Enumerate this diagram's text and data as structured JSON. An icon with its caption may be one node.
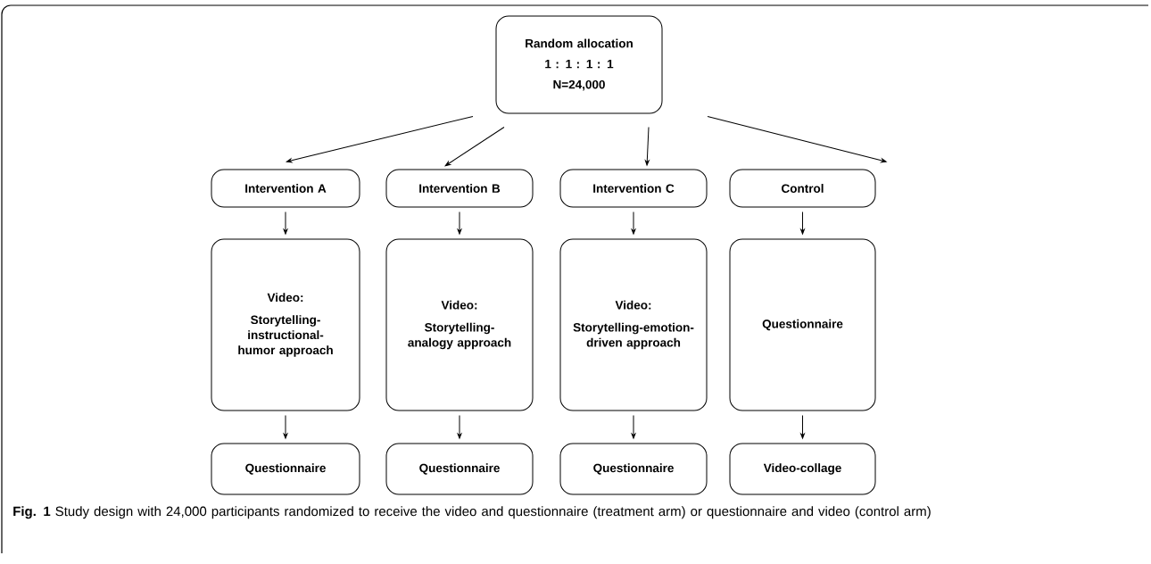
{
  "diagram": {
    "caption": "**Fig. 1** Study design with 24,000 participants randomized to receive the video and questionnaire (treatment arm) or questionnaire and video (control arm)",
    "nodes": [
      {
        "text": [
          "Random allocation",
          "1 : 1 : 1 : 1",
          "N=24,000"
        ]
      },
      {
        "text": [
          "Intervention A"
        ]
      },
      {
        "text": [
          "Intervention B"
        ]
      },
      {
        "text": [
          "Intervention C"
        ]
      },
      {
        "text": [
          "Control"
        ]
      },
      {
        "text": [
          "Video:",
          "Storytelling-instructional-humor approach"
        ]
      },
      {
        "text": [
          "Video:",
          "Storytelling-analogy approach"
        ]
      },
      {
        "text": [
          "Video:",
          "Storytelling-emotion-driven approach"
        ]
      },
      {
        "text": [
          "Questionnaire"
        ]
      },
      {
        "text": [
          "Questionnaire"
        ]
      },
      {
        "text": [
          "Questionnaire"
        ]
      },
      {
        "text": [
          "Questionnaire"
        ]
      },
      {
        "text": [
          "Video-collage"
        ]
      }
    ],
    "edges": [
      {
        "from": 0,
        "to": 1,
        "arrow": "to"
      },
      {
        "from": 0,
        "to": 2,
        "arrow": "to"
      },
      {
        "from": 0,
        "to": 3,
        "arrow": "to"
      },
      {
        "from": 0,
        "to": 4,
        "arrow": "to"
      },
      {
        "from": 1,
        "to": 5,
        "arrow": "to"
      },
      {
        "from": 2,
        "to": 6,
        "arrow": "to"
      },
      {
        "from": 3,
        "to": 7,
        "arrow": "to"
      },
      {
        "from": 4,
        "to": 8,
        "arrow": "to"
      },
      {
        "from": 5,
        "to": 9,
        "arrow": "to"
      },
      {
        "from": 6,
        "to": 10,
        "arrow": "to"
      },
      {
        "from": 7,
        "to": 11,
        "arrow": "to"
      },
      {
        "from": 8,
        "to": 12,
        "arrow": "to"
      }
    ]
  }
}
